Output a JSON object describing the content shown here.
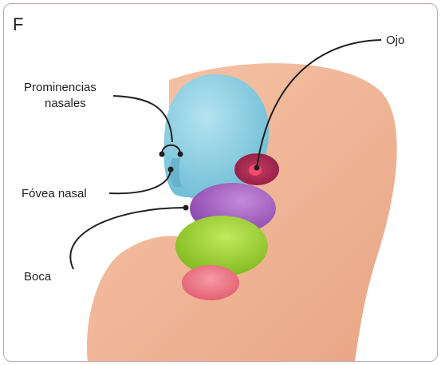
{
  "panel_letter": "F",
  "labels": {
    "prominencias_line1": "Prominencias",
    "prominencias_line2": "nasales",
    "fovea": "Fóvea nasal",
    "ojo": "Ojo",
    "boca": "Boca"
  },
  "colors": {
    "frame_border": "#b7a7c7",
    "embryo_skin": "#f0b694",
    "nasal_prominence": "#8fcfe0",
    "eye": "#a3264f",
    "eye_lens": "#f24a69",
    "maxillary": "#a05fbf",
    "mandibular": "#98cf2a",
    "lower_lip": "#ec6b7a",
    "leader_line": "#1f1f1f"
  }
}
